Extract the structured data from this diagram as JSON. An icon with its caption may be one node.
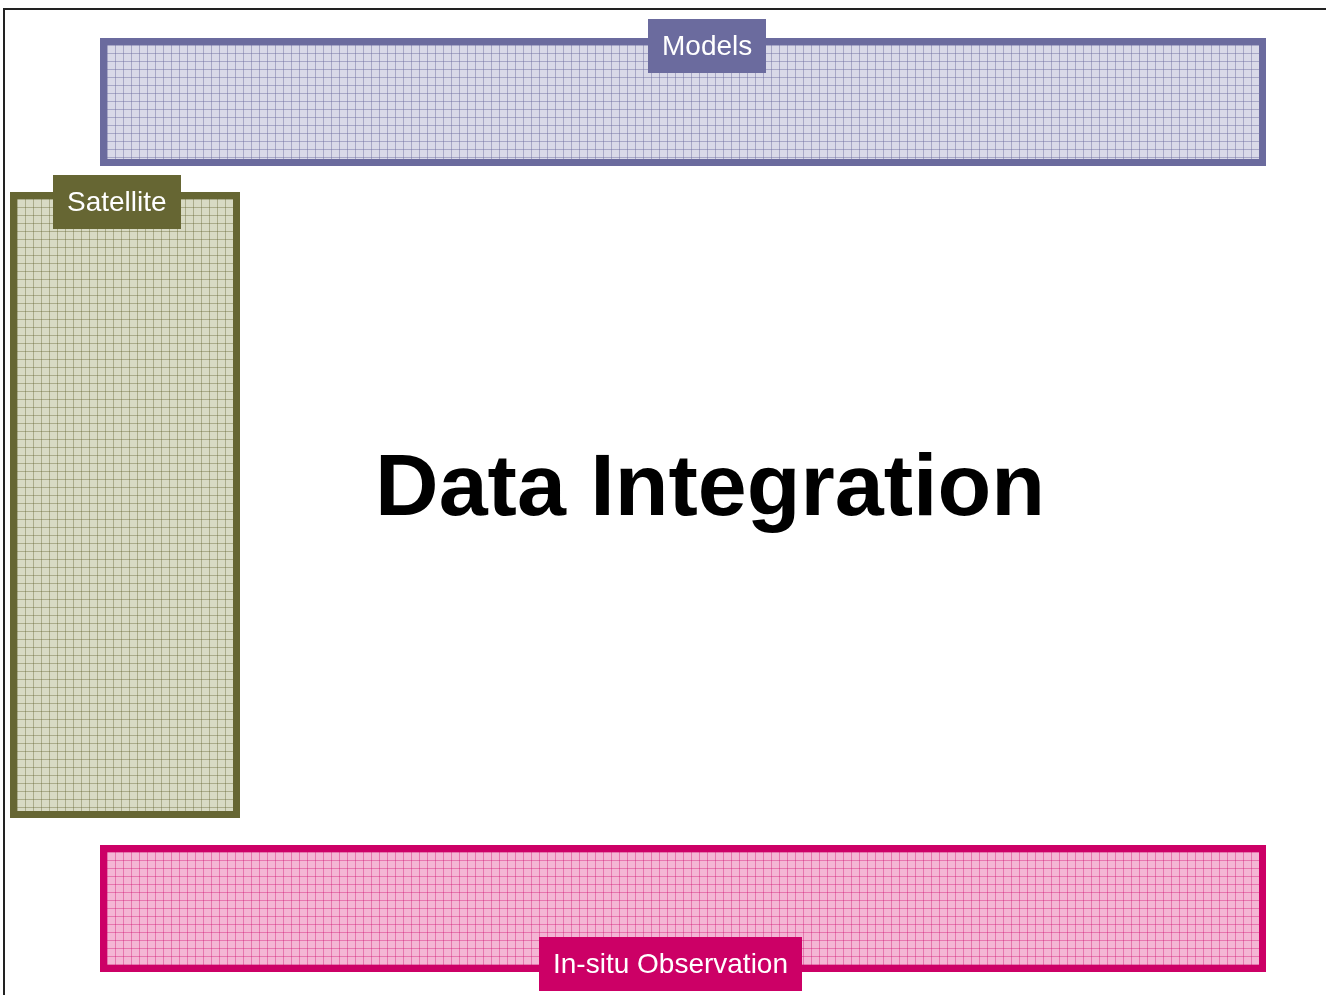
{
  "diagram": {
    "title": "Data Integration",
    "nodes": [
      {
        "text": [
          "Models"
        ]
      },
      {
        "text": [
          "Satellite"
        ]
      },
      {
        "text": [
          "In-situ Observation"
        ]
      }
    ]
  }
}
